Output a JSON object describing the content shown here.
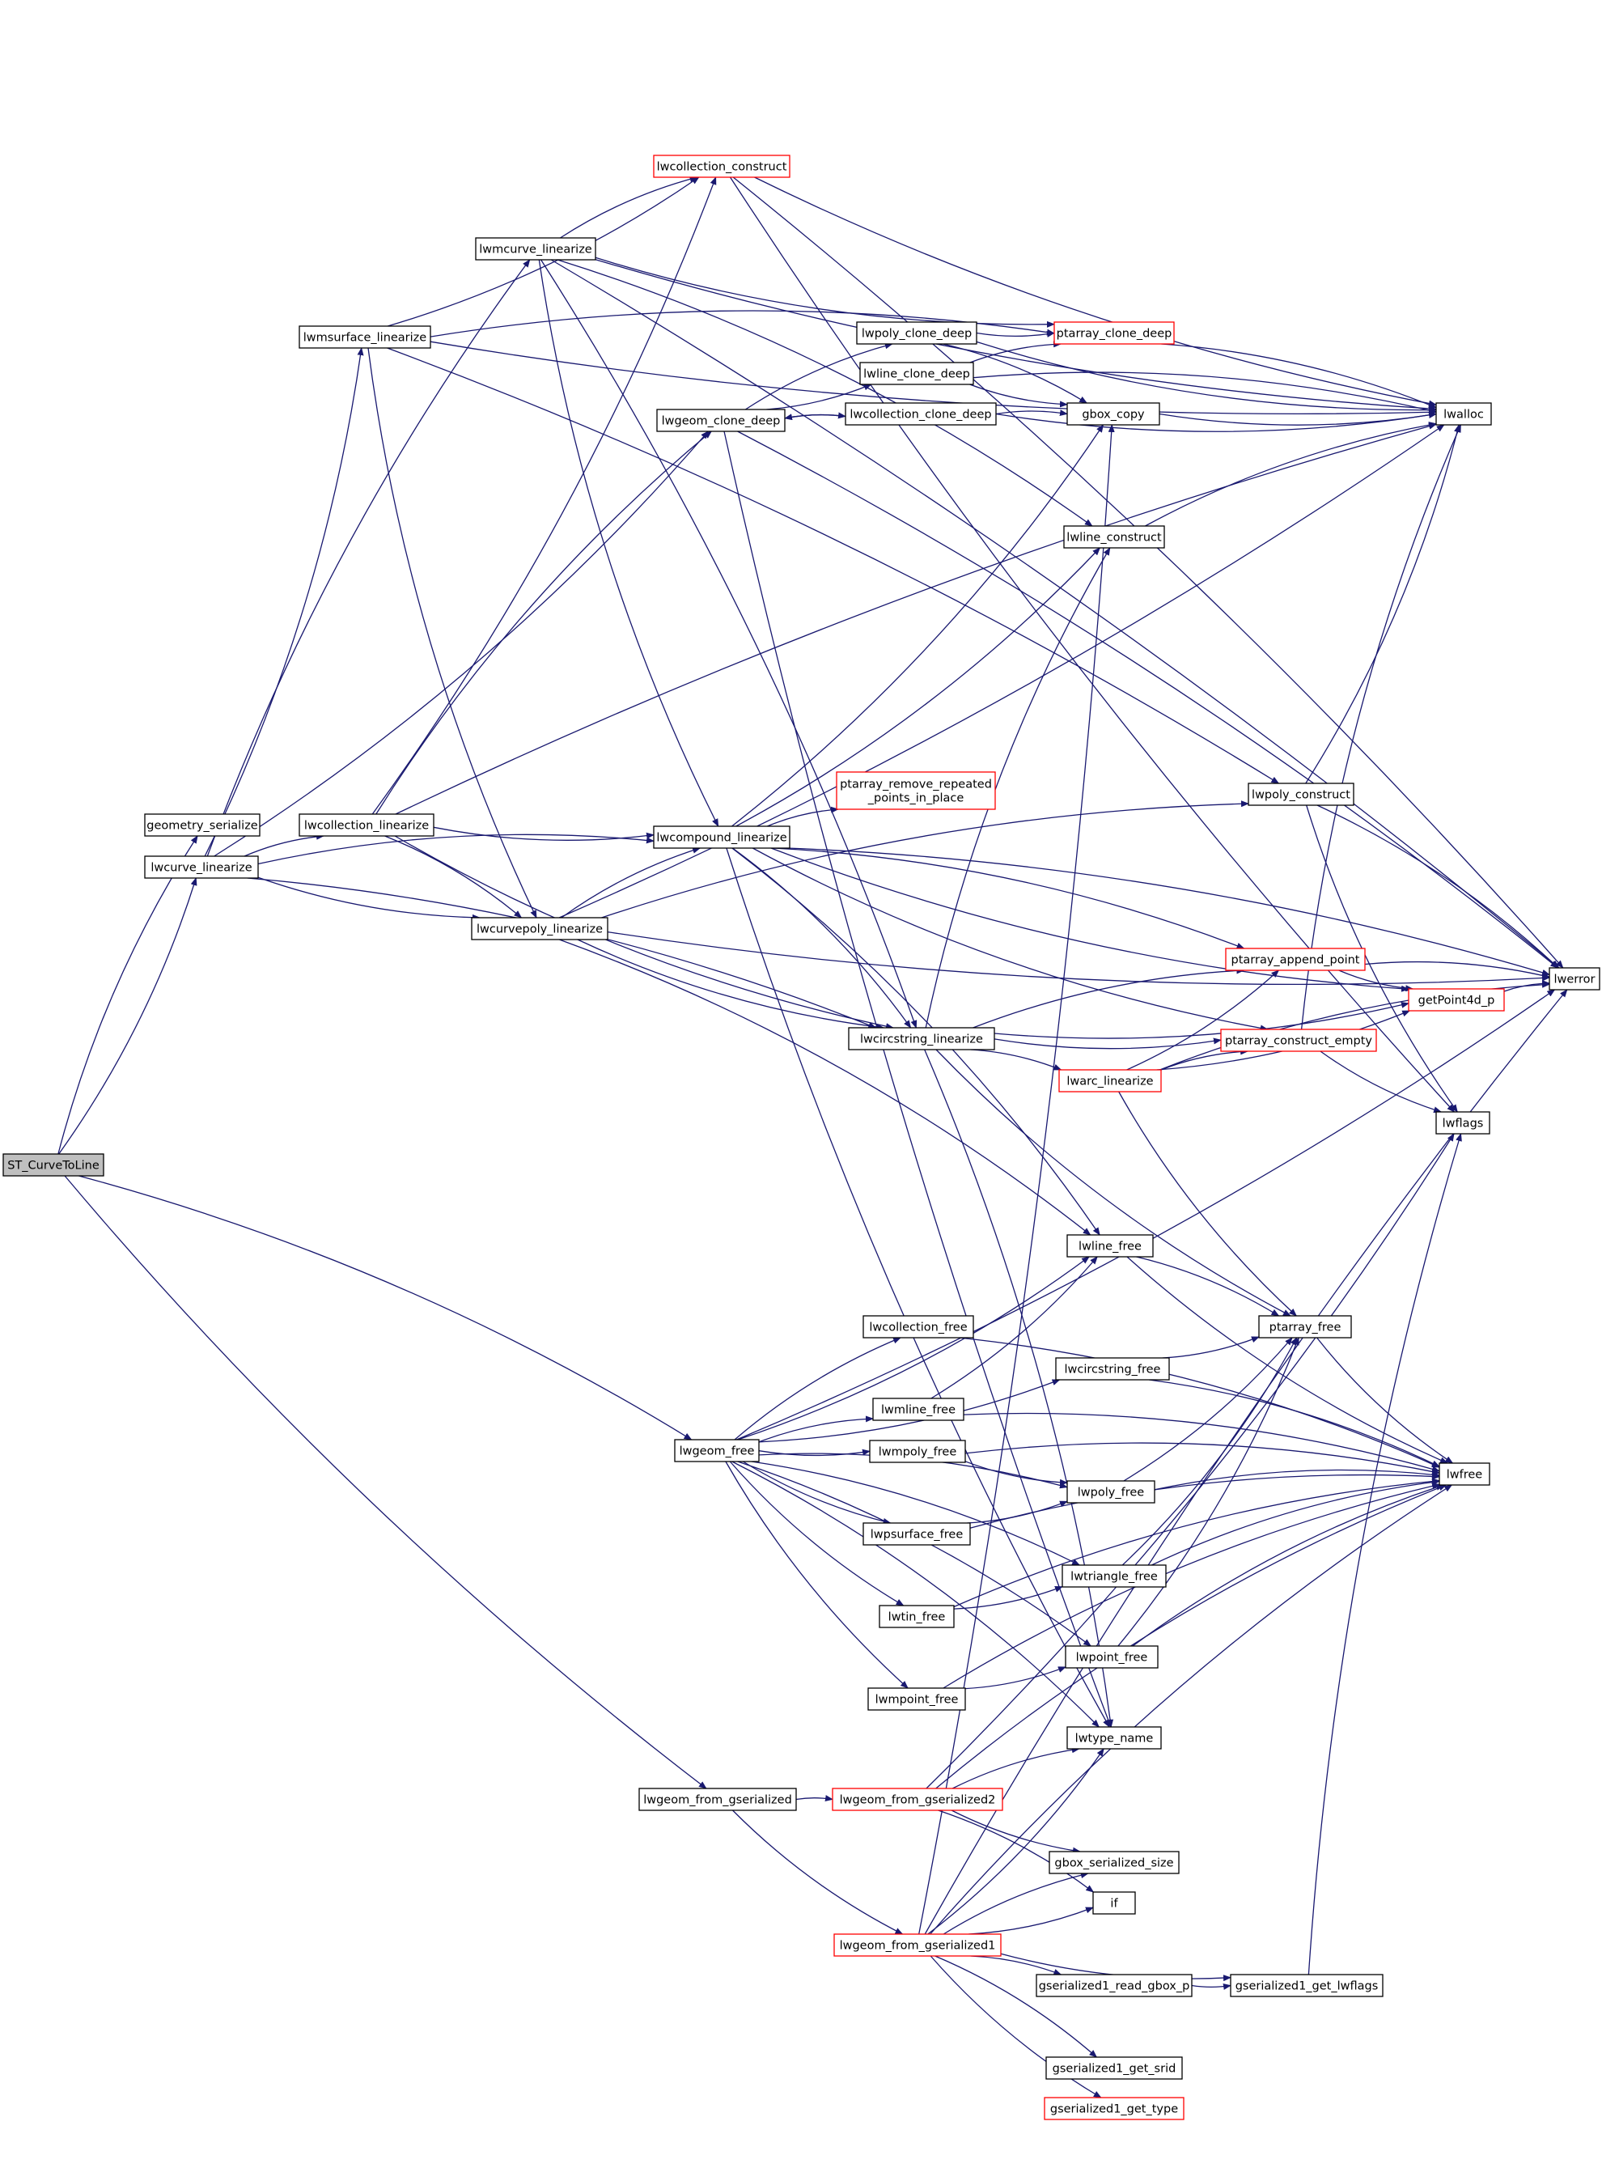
{
  "colors": {
    "edge": "#191970",
    "node_border_normal": "#000000",
    "node_border_truncated": "#ff0000",
    "node_fill_root": "#bfbfbf",
    "node_fill": "#ffffff"
  },
  "nodes": [
    {
      "id": "ST_CurveToLine",
      "label": [
        "ST_CurveToLine"
      ],
      "style": "root"
    },
    {
      "id": "geometry_serialize",
      "label": [
        "geometry_serialize"
      ],
      "style": "normal"
    },
    {
      "id": "lwcurve_linearize",
      "label": [
        "lwcurve_linearize"
      ],
      "style": "normal"
    },
    {
      "id": "lwgeom_free",
      "label": [
        "lwgeom_free"
      ],
      "style": "normal"
    },
    {
      "id": "lwgeom_from_gserialized",
      "label": [
        "lwgeom_from_gserialized"
      ],
      "style": "normal"
    },
    {
      "id": "lwcollection_linearize",
      "label": [
        "lwcollection_linearize"
      ],
      "style": "normal"
    },
    {
      "id": "lwmsurface_linearize",
      "label": [
        "lwmsurface_linearize"
      ],
      "style": "normal"
    },
    {
      "id": "lwmcurve_linearize",
      "label": [
        "lwmcurve_linearize"
      ],
      "style": "normal"
    },
    {
      "id": "lwcollection_construct",
      "label": [
        "lwcollection_construct"
      ],
      "style": "truncated"
    },
    {
      "id": "lwgeom_clone_deep",
      "label": [
        "lwgeom_clone_deep"
      ],
      "style": "normal"
    },
    {
      "id": "lwcompound_linearize",
      "label": [
        "lwcompound_linearize"
      ],
      "style": "normal"
    },
    {
      "id": "lwcurvepoly_linearize",
      "label": [
        "lwcurvepoly_linearize"
      ],
      "style": "normal"
    },
    {
      "id": "lwpoly_clone_deep",
      "label": [
        "lwpoly_clone_deep"
      ],
      "style": "normal"
    },
    {
      "id": "lwline_clone_deep",
      "label": [
        "lwline_clone_deep"
      ],
      "style": "normal"
    },
    {
      "id": "lwcollection_clone_deep",
      "label": [
        "lwcollection_clone_deep"
      ],
      "style": "normal"
    },
    {
      "id": "ptarray_remove_repeated",
      "label": [
        "ptarray_remove_repeated",
        "_points_in_place"
      ],
      "style": "truncated"
    },
    {
      "id": "lwcircstring_linearize",
      "label": [
        "lwcircstring_linearize"
      ],
      "style": "normal"
    },
    {
      "id": "lwarc_linearize",
      "label": [
        "lwarc_linearize"
      ],
      "style": "truncated"
    },
    {
      "id": "lwcollection_free",
      "label": [
        "lwcollection_free"
      ],
      "style": "normal"
    },
    {
      "id": "lwmline_free",
      "label": [
        "lwmline_free"
      ],
      "style": "normal"
    },
    {
      "id": "lwmpoly_free",
      "label": [
        "lwmpoly_free"
      ],
      "style": "normal"
    },
    {
      "id": "lwpsurface_free",
      "label": [
        "lwpsurface_free"
      ],
      "style": "normal"
    },
    {
      "id": "lwtin_free",
      "label": [
        "lwtin_free"
      ],
      "style": "normal"
    },
    {
      "id": "lwmpoint_free",
      "label": [
        "lwmpoint_free"
      ],
      "style": "normal"
    },
    {
      "id": "ptarray_clone_deep",
      "label": [
        "ptarray_clone_deep"
      ],
      "style": "truncated"
    },
    {
      "id": "gbox_copy",
      "label": [
        "gbox_copy"
      ],
      "style": "normal"
    },
    {
      "id": "lwline_construct",
      "label": [
        "lwline_construct"
      ],
      "style": "normal"
    },
    {
      "id": "lwpoly_construct",
      "label": [
        "lwpoly_construct"
      ],
      "style": "normal"
    },
    {
      "id": "ptarray_append_point",
      "label": [
        "ptarray_append_point"
      ],
      "style": "truncated"
    },
    {
      "id": "ptarray_construct_empty",
      "label": [
        "ptarray_construct_empty"
      ],
      "style": "truncated"
    },
    {
      "id": "lwline_free",
      "label": [
        "lwline_free"
      ],
      "style": "normal"
    },
    {
      "id": "ptarray_free",
      "label": [
        "ptarray_free"
      ],
      "style": "normal"
    },
    {
      "id": "lwcircstring_free",
      "label": [
        "lwcircstring_free"
      ],
      "style": "normal"
    },
    {
      "id": "lwpoly_free",
      "label": [
        "lwpoly_free"
      ],
      "style": "normal"
    },
    {
      "id": "lwtriangle_free",
      "label": [
        "lwtriangle_free"
      ],
      "style": "normal"
    },
    {
      "id": "lwpoint_free",
      "label": [
        "lwpoint_free"
      ],
      "style": "normal"
    },
    {
      "id": "lwtype_name",
      "label": [
        "lwtype_name"
      ],
      "style": "normal"
    },
    {
      "id": "lwgeom_from_gserialized2",
      "label": [
        "lwgeom_from_gserialized2"
      ],
      "style": "truncated"
    },
    {
      "id": "lwgeom_from_gserialized1",
      "label": [
        "lwgeom_from_gserialized1"
      ],
      "style": "truncated"
    },
    {
      "id": "gbox_serialized_size",
      "label": [
        "gbox_serialized_size"
      ],
      "style": "normal"
    },
    {
      "id": "if",
      "label": [
        "if"
      ],
      "style": "normal"
    },
    {
      "id": "gserialized1_read_gbox_p",
      "label": [
        "gserialized1_read_gbox_p"
      ],
      "style": "normal"
    },
    {
      "id": "gserialized1_get_lwflags",
      "label": [
        "gserialized1_get_lwflags"
      ],
      "style": "normal"
    },
    {
      "id": "gserialized1_get_srid",
      "label": [
        "gserialized1_get_srid"
      ],
      "style": "normal"
    },
    {
      "id": "gserialized1_get_type",
      "label": [
        "gserialized1_get_type"
      ],
      "style": "truncated"
    },
    {
      "id": "lwalloc",
      "label": [
        "lwalloc"
      ],
      "style": "normal"
    },
    {
      "id": "lwerror",
      "label": [
        "lwerror"
      ],
      "style": "normal"
    },
    {
      "id": "getPoint4d_p",
      "label": [
        "getPoint4d_p"
      ],
      "style": "truncated"
    },
    {
      "id": "lwflags",
      "label": [
        "lwflags"
      ],
      "style": "normal"
    },
    {
      "id": "lwfree",
      "label": [
        "lwfree"
      ],
      "style": "normal"
    }
  ],
  "edges": [
    [
      "ST_CurveToLine",
      "geometry_serialize"
    ],
    [
      "ST_CurveToLine",
      "lwcurve_linearize"
    ],
    [
      "ST_CurveToLine",
      "lwgeom_free"
    ],
    [
      "ST_CurveToLine",
      "lwgeom_from_gserialized"
    ],
    [
      "lwcurve_linearize",
      "lwcollection_linearize"
    ],
    [
      "lwcurve_linearize",
      "lwmsurface_linearize"
    ],
    [
      "lwcurve_linearize",
      "lwmcurve_linearize"
    ],
    [
      "lwcurve_linearize",
      "lwgeom_clone_deep"
    ],
    [
      "lwcurve_linearize",
      "lwcompound_linearize"
    ],
    [
      "lwcurve_linearize",
      "lwcurvepoly_linearize"
    ],
    [
      "lwcurve_linearize",
      "lwcircstring_linearize"
    ],
    [
      "lwcollection_linearize",
      "lwcollection_construct"
    ],
    [
      "lwcollection_linearize",
      "lwgeom_clone_deep"
    ],
    [
      "lwcollection_linearize",
      "lwcompound_linearize"
    ],
    [
      "lwcollection_linearize",
      "lwcurvepoly_linearize"
    ],
    [
      "lwcollection_linearize",
      "lwcircstring_linearize"
    ],
    [
      "lwcollection_linearize",
      "lwalloc"
    ],
    [
      "lwmsurface_linearize",
      "lwcollection_construct"
    ],
    [
      "lwmsurface_linearize",
      "ptarray_clone_deep"
    ],
    [
      "lwmsurface_linearize",
      "lwcurvepoly_linearize"
    ],
    [
      "lwmsurface_linearize",
      "lwpoly_construct"
    ],
    [
      "lwmsurface_linearize",
      "lwalloc"
    ],
    [
      "lwmcurve_linearize",
      "lwcollection_construct"
    ],
    [
      "lwmcurve_linearize",
      "ptarray_clone_deep"
    ],
    [
      "lwmcurve_linearize",
      "lwline_construct"
    ],
    [
      "lwmcurve_linearize",
      "lwcompound_linearize"
    ],
    [
      "lwmcurve_linearize",
      "lwcircstring_linearize"
    ],
    [
      "lwmcurve_linearize",
      "lwalloc"
    ],
    [
      "lwmcurve_linearize",
      "lwerror"
    ],
    [
      "lwcollection_construct",
      "lwalloc"
    ],
    [
      "lwcollection_construct",
      "lwerror"
    ],
    [
      "lwcollection_construct",
      "lwflags"
    ],
    [
      "lwgeom_clone_deep",
      "lwpoly_clone_deep"
    ],
    [
      "lwgeom_clone_deep",
      "lwline_clone_deep"
    ],
    [
      "lwgeom_clone_deep",
      "lwcollection_clone_deep"
    ],
    [
      "lwgeom_clone_deep",
      "lwtype_name"
    ],
    [
      "lwgeom_clone_deep",
      "lwerror"
    ],
    [
      "lwpoly_clone_deep",
      "ptarray_clone_deep"
    ],
    [
      "lwpoly_clone_deep",
      "gbox_copy"
    ],
    [
      "lwpoly_clone_deep",
      "lwalloc"
    ],
    [
      "lwline_clone_deep",
      "ptarray_clone_deep"
    ],
    [
      "lwline_clone_deep",
      "gbox_copy"
    ],
    [
      "lwline_clone_deep",
      "lwalloc"
    ],
    [
      "lwcollection_clone_deep",
      "lwgeom_clone_deep"
    ],
    [
      "lwcollection_clone_deep",
      "gbox_copy"
    ],
    [
      "lwcollection_clone_deep",
      "lwalloc"
    ],
    [
      "ptarray_clone_deep",
      "lwalloc"
    ],
    [
      "gbox_copy",
      "lwalloc"
    ],
    [
      "lwcompound_linearize",
      "ptarray_remove_repeated"
    ],
    [
      "lwcompound_linearize",
      "lwline_construct"
    ],
    [
      "lwcompound_linearize",
      "lwcircstring_linearize"
    ],
    [
      "lwcompound_linearize",
      "ptarray_construct_empty"
    ],
    [
      "lwcompound_linearize",
      "ptarray_append_point"
    ],
    [
      "lwcompound_linearize",
      "getPoint4d_p"
    ],
    [
      "lwcompound_linearize",
      "lwline_free"
    ],
    [
      "lwcompound_linearize",
      "lwtype_name"
    ],
    [
      "lwcompound_linearize",
      "lwerror"
    ],
    [
      "lwcompound_linearize",
      "gbox_copy"
    ],
    [
      "lwcurvepoly_linearize",
      "lwcompound_linearize"
    ],
    [
      "lwcurvepoly_linearize",
      "lwcircstring_linearize"
    ],
    [
      "lwcurvepoly_linearize",
      "lwpoly_construct"
    ],
    [
      "lwcurvepoly_linearize",
      "lwalloc"
    ],
    [
      "lwcurvepoly_linearize",
      "lwline_free"
    ],
    [
      "lwcurvepoly_linearize",
      "lwerror"
    ],
    [
      "lwcircstring_linearize",
      "lwarc_linearize"
    ],
    [
      "lwcircstring_linearize",
      "ptarray_construct_empty"
    ],
    [
      "lwcircstring_linearize",
      "ptarray_append_point"
    ],
    [
      "lwcircstring_linearize",
      "getPoint4d_p"
    ],
    [
      "lwcircstring_linearize",
      "lwline_construct"
    ],
    [
      "lwcircstring_linearize",
      "ptarray_free"
    ],
    [
      "lwcircstring_linearize",
      "lwtype_name"
    ],
    [
      "lwarc_linearize",
      "ptarray_append_point"
    ],
    [
      "lwarc_linearize",
      "ptarray_construct_empty"
    ],
    [
      "lwarc_linearize",
      "getPoint4d_p"
    ],
    [
      "lwarc_linearize",
      "lwerror"
    ],
    [
      "lwarc_linearize",
      "ptarray_free"
    ],
    [
      "lwline_construct",
      "lwalloc"
    ],
    [
      "lwpoly_construct",
      "lwalloc"
    ],
    [
      "lwpoly_construct",
      "lwerror"
    ],
    [
      "lwpoly_construct",
      "lwflags"
    ],
    [
      "ptarray_append_point",
      "lwerror"
    ],
    [
      "ptarray_append_point",
      "getPoint4d_p"
    ],
    [
      "ptarray_construct_empty",
      "lwalloc"
    ],
    [
      "ptarray_construct_empty",
      "lwflags"
    ],
    [
      "getPoint4d_p",
      "lwerror"
    ],
    [
      "lwgeom_free",
      "lwline_free"
    ],
    [
      "lwgeom_free",
      "lwcollection_free"
    ],
    [
      "lwgeom_free",
      "lwcircstring_free"
    ],
    [
      "lwgeom_free",
      "lwmline_free"
    ],
    [
      "lwgeom_free",
      "lwmpoly_free"
    ],
    [
      "lwgeom_free",
      "lwpoly_free"
    ],
    [
      "lwgeom_free",
      "lwpsurface_free"
    ],
    [
      "lwgeom_free",
      "lwtriangle_free"
    ],
    [
      "lwgeom_free",
      "lwtin_free"
    ],
    [
      "lwgeom_free",
      "lwpoint_free"
    ],
    [
      "lwgeom_free",
      "lwmpoint_free"
    ],
    [
      "lwgeom_free",
      "lwtype_name"
    ],
    [
      "lwgeom_free",
      "lwerror"
    ],
    [
      "lwline_free",
      "ptarray_free"
    ],
    [
      "lwline_free",
      "lwfree"
    ],
    [
      "lwcollection_free",
      "lwfree"
    ],
    [
      "lwcircstring_free",
      "ptarray_free"
    ],
    [
      "lwcircstring_free",
      "lwfree"
    ],
    [
      "lwmline_free",
      "lwline_free"
    ],
    [
      "lwmline_free",
      "lwfree"
    ],
    [
      "lwmpoly_free",
      "lwpoly_free"
    ],
    [
      "lwmpoly_free",
      "lwfree"
    ],
    [
      "lwpoly_free",
      "ptarray_free"
    ],
    [
      "lwpoly_free",
      "lwfree"
    ],
    [
      "lwpsurface_free",
      "lwpoly_free"
    ],
    [
      "lwpsurface_free",
      "lwfree"
    ],
    [
      "lwtriangle_free",
      "ptarray_free"
    ],
    [
      "lwtriangle_free",
      "lwfree"
    ],
    [
      "lwtin_free",
      "lwtriangle_free"
    ],
    [
      "lwtin_free",
      "lwfree"
    ],
    [
      "lwpoint_free",
      "ptarray_free"
    ],
    [
      "lwpoint_free",
      "lwfree"
    ],
    [
      "lwmpoint_free",
      "lwpoint_free"
    ],
    [
      "lwmpoint_free",
      "lwfree"
    ],
    [
      "ptarray_free",
      "lwfree"
    ],
    [
      "lwgeom_from_gserialized",
      "lwgeom_from_gserialized2"
    ],
    [
      "lwgeom_from_gserialized",
      "lwgeom_from_gserialized1"
    ],
    [
      "lwgeom_from_gserialized2",
      "lwtype_name"
    ],
    [
      "lwgeom_from_gserialized2",
      "gbox_serialized_size"
    ],
    [
      "lwgeom_from_gserialized2",
      "if"
    ],
    [
      "lwgeom_from_gserialized2",
      "lwflags"
    ],
    [
      "lwgeom_from_gserialized2",
      "lwfree"
    ],
    [
      "lwgeom_from_gserialized1",
      "lwtype_name"
    ],
    [
      "lwgeom_from_gserialized1",
      "gbox_serialized_size"
    ],
    [
      "lwgeom_from_gserialized1",
      "if"
    ],
    [
      "lwgeom_from_gserialized1",
      "gserialized1_read_gbox_p"
    ],
    [
      "lwgeom_from_gserialized1",
      "gserialized1_get_lwflags"
    ],
    [
      "lwgeom_from_gserialized1",
      "gserialized1_get_srid"
    ],
    [
      "lwgeom_from_gserialized1",
      "gserialized1_get_type"
    ],
    [
      "lwgeom_from_gserialized1",
      "lwerror"
    ],
    [
      "lwgeom_from_gserialized1",
      "gbox_copy"
    ],
    [
      "lwgeom_from_gserialized1",
      "lwfree"
    ],
    [
      "gserialized1_read_gbox_p",
      "gserialized1_get_lwflags"
    ],
    [
      "gserialized1_get_lwflags",
      "lwflags"
    ]
  ]
}
